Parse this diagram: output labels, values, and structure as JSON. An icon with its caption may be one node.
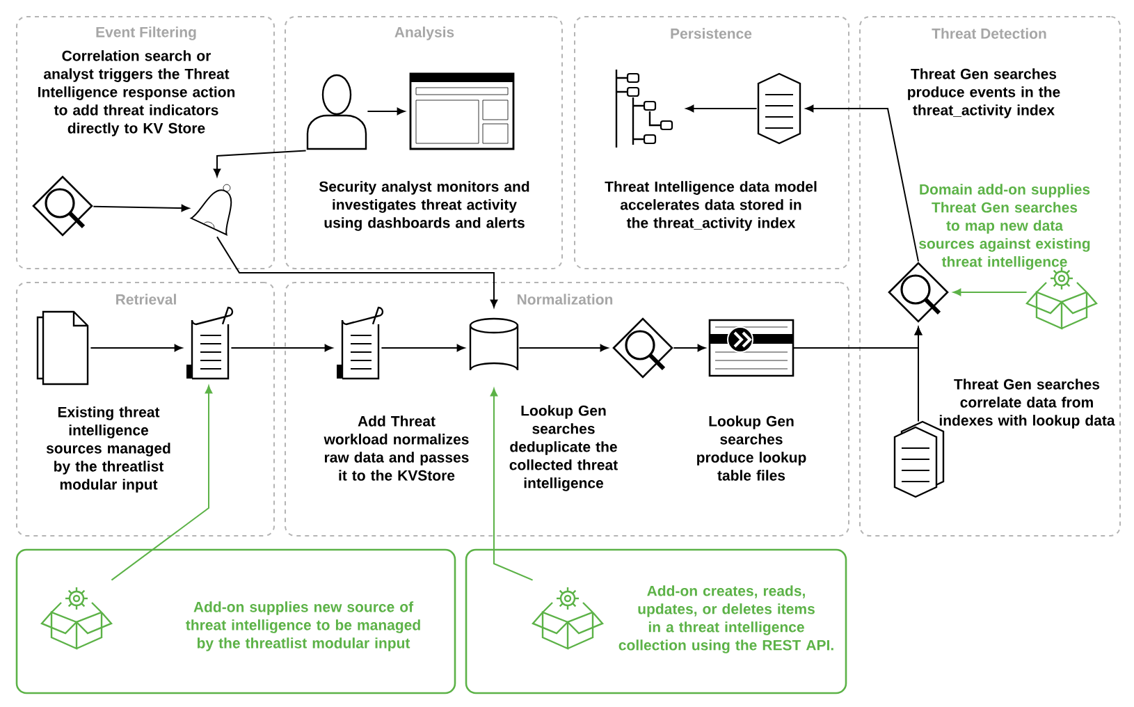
{
  "diagram": {
    "nodes": [
      {
        "text": [
          "Event Filtering",
          "Correlation search or analyst triggers the Threat Intelligence response action to add threat indicators directly to KV Store"
        ]
      },
      {
        "text": [
          "Analysis",
          "Security analyst monitors and investigates threat activity using dashboards and alerts"
        ]
      },
      {
        "text": [
          "Persistence",
          "Threat Intelligence data model accelerates data stored in the threat_activity index"
        ]
      },
      {
        "text": [
          "Threat Detection",
          "Threat Gen searches produce events in the threat_activity index",
          "Domain add-on supplies Threat Gen searches to map new data sources against existing threat intelligence",
          "Threat Gen searches correlate data from indexes with lookup data"
        ]
      },
      {
        "text": [
          "Retrieval",
          "Existing threat intelligence sources managed by the threatlist modular input"
        ]
      },
      {
        "text": [
          "Normalization",
          "Add Threat workload normalizes raw data and passes it to the KVStore",
          "Lookup Gen searches deduplicate the collected threat intelligence",
          "Lookup Gen searches produce lookup table files"
        ]
      },
      {
        "text": [
          "Add-on supplies new source of threat intelligence to be managed by the threatlist modular input"
        ]
      },
      {
        "text": [
          "Add-on creates, reads, updates, or deletes items in a threat intelligence collection using the REST API."
        ]
      },
      {
        "text": [],
        "shape": "magnifier",
        "in": 0
      },
      {
        "text": [],
        "shape": "bell",
        "in": 0
      },
      {
        "text": [],
        "shape": "person",
        "in": 1
      },
      {
        "text": [],
        "shape": "window",
        "in": 1
      },
      {
        "text": [],
        "shape": "tree",
        "in": 2
      },
      {
        "text": [],
        "shape": "document",
        "in": 2
      },
      {
        "text": [],
        "shape": "magnifier",
        "in": 3
      },
      {
        "text": [],
        "shape": "package",
        "in": 3
      },
      {
        "text": [],
        "shape": "document",
        "in": 3
      },
      {
        "text": [],
        "shape": "pages",
        "in": 4
      },
      {
        "text": [],
        "shape": "scroll",
        "in": 4
      },
      {
        "text": [],
        "shape": "scroll",
        "in": 5
      },
      {
        "text": [],
        "shape": "cylinder",
        "in": 5
      },
      {
        "text": [],
        "shape": "magnifier",
        "in": 5
      },
      {
        "text": [],
        "shape": "table",
        "in": 5
      },
      {
        "text": [],
        "shape": "package",
        "in": 6
      },
      {
        "text": [],
        "shape": "package",
        "in": 7
      }
    ],
    "edges": [
      {
        "from": 8,
        "to": 9,
        "arrow": "to"
      },
      {
        "from": 10,
        "to": 9,
        "arrow": "to"
      },
      {
        "from": 10,
        "to": 11,
        "arrow": "to"
      },
      {
        "from": 13,
        "to": 12,
        "arrow": "to"
      },
      {
        "from": 14,
        "to": 13,
        "arrow": "to"
      },
      {
        "from": 15,
        "to": 14,
        "arrow": "to",
        "color": "#5cb247"
      },
      {
        "from": 16,
        "to": 14,
        "arrow": "to"
      },
      {
        "from": 22,
        "to": 14,
        "arrow": "to"
      },
      {
        "from": 9,
        "to": 20,
        "arrow": "to"
      },
      {
        "from": 17,
        "to": 18,
        "arrow": "to"
      },
      {
        "from": 18,
        "to": 19,
        "arrow": "to"
      },
      {
        "from": 19,
        "to": 20,
        "arrow": "to"
      },
      {
        "from": 20,
        "to": 21,
        "arrow": "to"
      },
      {
        "from": 21,
        "to": 22,
        "arrow": "to"
      },
      {
        "from": 23,
        "to": 18,
        "arrow": "to",
        "color": "#5cb247"
      },
      {
        "from": 24,
        "to": 20,
        "arrow": "to",
        "color": "#5cb247"
      }
    ]
  }
}
